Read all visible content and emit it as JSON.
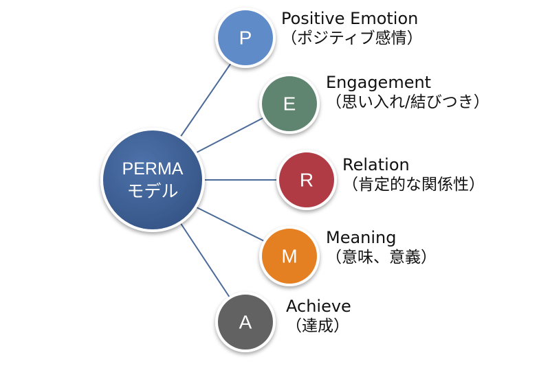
{
  "center": {
    "line1": "PERMA",
    "line2": "モデル",
    "color": "#3e5f94"
  },
  "elements": [
    {
      "letter": "P",
      "english": "Positive Emotion",
      "japanese": "（ポジティブ感情）",
      "color": "#5e8cc9"
    },
    {
      "letter": "E",
      "english": "Engagement",
      "japanese": "（思い入れ/結びつき）",
      "color": "#5e8570"
    },
    {
      "letter": "R",
      "english": "Relation",
      "japanese": "（肯定的な関係性）",
      "color": "#b03b45"
    },
    {
      "letter": "M",
      "english": "Meaning",
      "japanese": "（意味、意義）",
      "color": "#e58020"
    },
    {
      "letter": "A",
      "english": "Achieve",
      "japanese": "（達成）",
      "color": "#626262"
    }
  ],
  "connector_color": "#4a6a98"
}
